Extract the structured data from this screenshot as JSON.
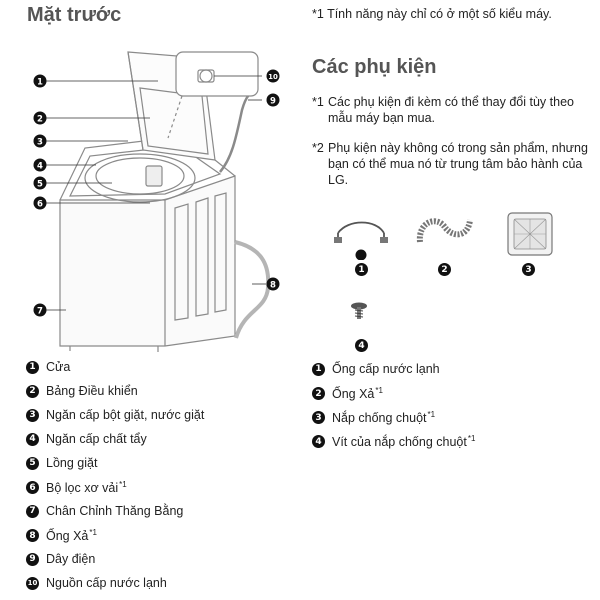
{
  "front": {
    "title": "Mặt trước",
    "parts": [
      {
        "n": "1",
        "label": "Cửa",
        "sup": ""
      },
      {
        "n": "2",
        "label": "Bảng Điều khiển",
        "sup": ""
      },
      {
        "n": "3",
        "label": "Ngăn cấp bột giặt, nước giặt",
        "sup": ""
      },
      {
        "n": "4",
        "label": "Ngăn cấp chất tẩy",
        "sup": ""
      },
      {
        "n": "5",
        "label": "Lồng giặt",
        "sup": ""
      },
      {
        "n": "6",
        "label": "Bộ lọc xơ vải",
        "sup": "*1"
      },
      {
        "n": "7",
        "label": "Chân Chỉnh Thăng Bằng",
        "sup": ""
      },
      {
        "n": "8",
        "label": "Ống Xả",
        "sup": "*1"
      },
      {
        "n": "9",
        "label": "Dây điện",
        "sup": ""
      },
      {
        "n": "10",
        "label": "Nguồn cấp nước lạnh",
        "sup": ""
      }
    ]
  },
  "top_note": {
    "mark": "*1",
    "text": "Tính năng này chỉ có ở một số kiểu máy."
  },
  "accessories": {
    "title": "Các phụ kiện",
    "notes": [
      {
        "mark": "*1",
        "text": "Các phụ kiện đi kèm có thể thay đổi tùy theo mẫu máy bạn mua."
      },
      {
        "mark": "*2",
        "text": "Phụ kiện này không có trong sản phẩm, nhưng bạn có thể mua nó từ trung tâm bảo hành của LG."
      }
    ],
    "items": [
      {
        "n": "1",
        "label": "Ống cấp nước lạnh",
        "sup": ""
      },
      {
        "n": "2",
        "label": "Ống Xả",
        "sup": "*1"
      },
      {
        "n": "3",
        "label": "Nắp chống chuột",
        "sup": "*1"
      },
      {
        "n": "4",
        "label": "Vít của nắp chống chuột",
        "sup": "*1"
      }
    ]
  },
  "icons": [
    "washing-machine-illustration",
    "water-hose-icon",
    "drain-hose-icon",
    "rat-cover-icon",
    "screw-icon"
  ]
}
